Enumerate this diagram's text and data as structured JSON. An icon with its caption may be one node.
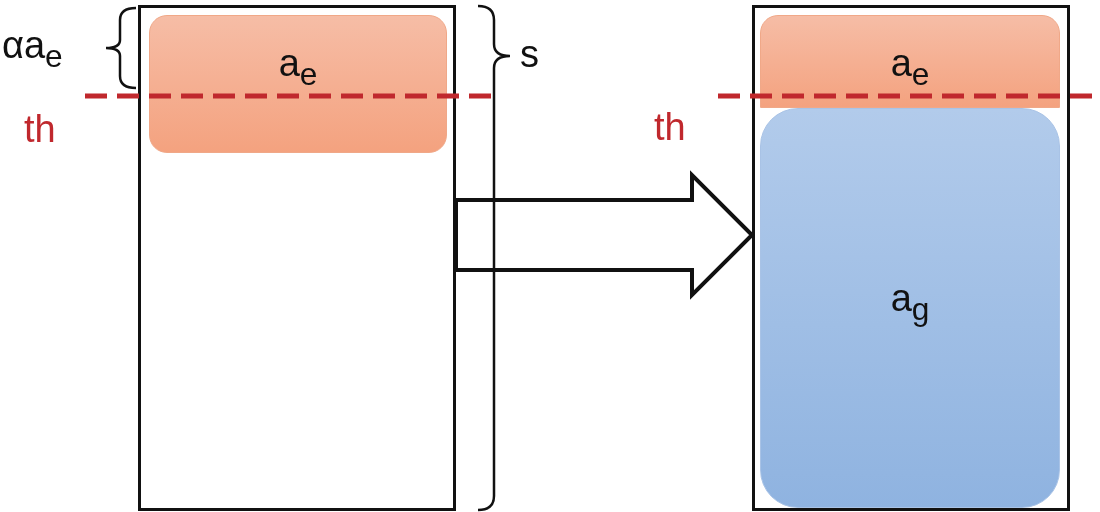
{
  "diagram": {
    "nodes": [
      {
        "text": [],
        "shape": "box"
      },
      {
        "text": [
          "a$_{e}$"
        ],
        "in": 0
      },
      {
        "text": [],
        "shape": "box"
      },
      {
        "text": [
          "a$_{e}$"
        ],
        "in": 2
      },
      {
        "text": [
          "a$_{g}$"
        ],
        "in": 2
      }
    ],
    "edges": [
      {
        "from": 0,
        "to": 2,
        "arrow": "to"
      }
    ],
    "labels": [
      "αa$_{e}$",
      "s",
      "th",
      "th"
    ]
  }
}
